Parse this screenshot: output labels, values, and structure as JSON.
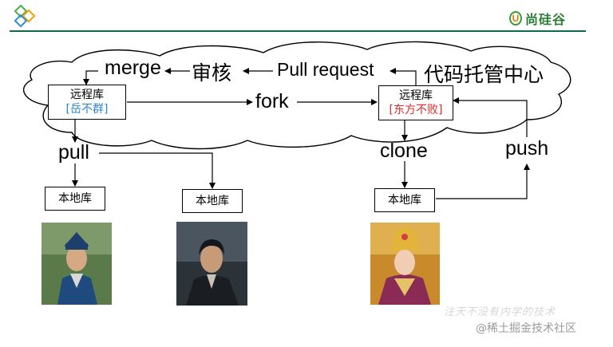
{
  "brand": {
    "logo_text": "尚硅谷"
  },
  "cloud_label": "代码托管中心",
  "remote_left": {
    "title": "远程库",
    "owner": "[岳不群]"
  },
  "remote_right": {
    "title": "远程库",
    "owner": "[东方不败]"
  },
  "actions": {
    "merge": "merge",
    "review": "审核",
    "pull_request": "Pull request",
    "fork": "fork",
    "pull": "pull",
    "clone": "clone",
    "push": "push"
  },
  "locals": [
    "本地库",
    "本地库",
    "本地库"
  ],
  "photos": [
    "portrait-scholar-blue",
    "portrait-swordsman-dark",
    "portrait-empress-gold"
  ],
  "watermark": "@稀土掘金技术社区",
  "faint_watermark": "注天不没有内学的技术",
  "colors": {
    "accent_green": "#0d6b46",
    "owner_left": "#2e86c8",
    "owner_right": "#e12b2b"
  }
}
